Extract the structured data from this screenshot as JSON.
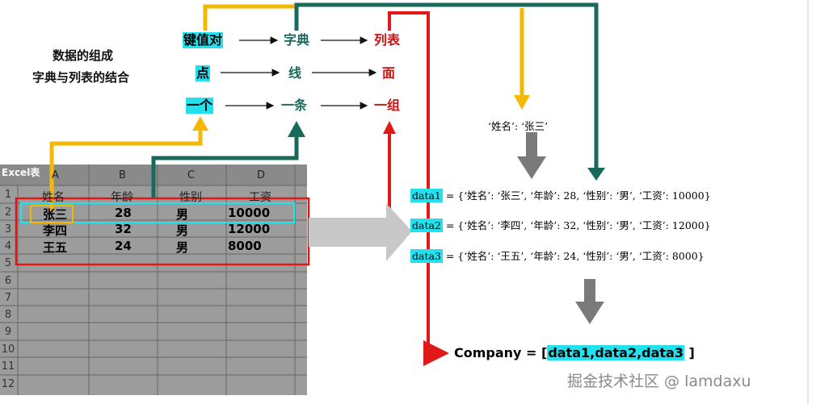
{
  "left_titles": [
    "数据的组成",
    "字典与列表的结合"
  ],
  "nodes": {
    "row1": [
      "键值对",
      "字典",
      "列表"
    ],
    "row2": [
      "点",
      "线",
      "面"
    ],
    "row3": [
      "一个",
      "一条",
      "一组"
    ]
  },
  "excel": {
    "title": "Excel表",
    "columns": [
      "A",
      "B",
      "C",
      "D"
    ],
    "row_numbers": [
      "1",
      "2",
      "3",
      "4",
      "5",
      "6",
      "7",
      "8",
      "9",
      "10",
      "11",
      "12"
    ],
    "header": [
      "姓名",
      "年龄",
      "性别",
      "工资"
    ],
    "rows": [
      [
        "张三",
        "28",
        "男",
        "10000"
      ],
      [
        "李四",
        "32",
        "男",
        "12000"
      ],
      [
        "王五",
        "24",
        "男",
        "8000"
      ]
    ]
  },
  "pair_example": "‘姓名’: ‘张三’",
  "dicts": [
    {
      "label": "data1",
      "text": " = {‘姓名’: ‘张三’, ‘年龄’: 28, ‘性别’: ‘男’, ‘工资’: 10000}"
    },
    {
      "label": "data2",
      "text": " = {‘姓名’: ‘李四’, ‘年龄’: 32, ‘性别’: ‘男’, ‘工资’: 12000}"
    },
    {
      "label": "data3",
      "text": " = {‘姓名’: ‘王五’, ‘年龄’: 24, ‘性别’: ‘男’, ‘工资’: 8000}"
    }
  ],
  "company": {
    "prefix": "Company = [",
    "list": "data1,data2,data3",
    "suffix": " ]"
  },
  "watermark": "掘金技术社区 @ lamdaxu",
  "colors": {
    "yellow": "#f5b800",
    "green": "#1a6a5c",
    "red": "#e01818",
    "cyan": "#22e0ee",
    "gray": "#7a7a7a"
  }
}
